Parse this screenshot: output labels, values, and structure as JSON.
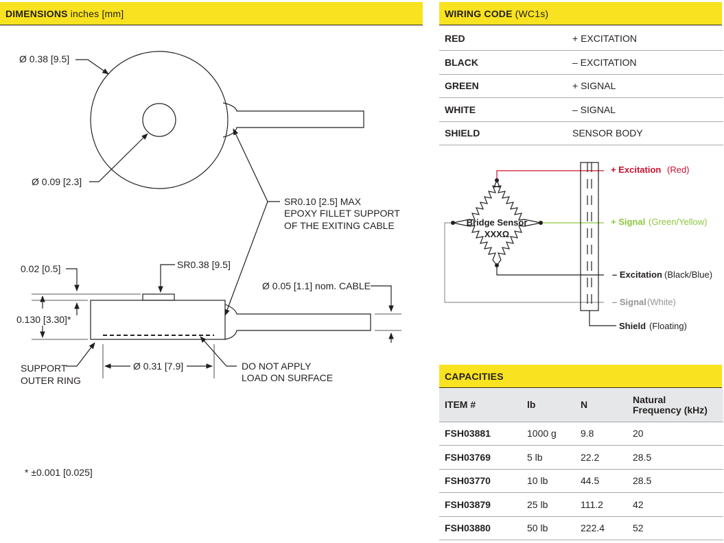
{
  "dimensions": {
    "title": "DIMENSIONS",
    "units": "inches [mm]",
    "labels": {
      "outer_dia": "Ø 0.38 [9.5]",
      "inner_dia": "Ø 0.09 [2.3]",
      "fillet_1": "SR0.10 [2.5] MAX",
      "fillet_2": "EPOXY FILLET SUPPORT",
      "fillet_3": "OF THE EXITING CABLE",
      "dim_02": "0.02 [0.5]",
      "sr038": "SR0.38 [9.5]",
      "cable": "Ø 0.05 [1.1] nom. CABLE",
      "height": "0.130 [3.30]*",
      "support_1": "SUPPORT",
      "support_2": "OUTER RING",
      "base_dia": "Ø 0.31 [7.9]",
      "no_load_1": "DO NOT APPLY",
      "no_load_2": "LOAD ON SURFACE",
      "tolerance": "* ±0.001 [0.025]"
    }
  },
  "wiring": {
    "title": "WIRING CODE",
    "code": "(WC1s)",
    "rows": [
      {
        "color": "RED",
        "function": "+ EXCITATION"
      },
      {
        "color": "BLACK",
        "function": "– EXCITATION"
      },
      {
        "color": "GREEN",
        "function": "+ SIGNAL"
      },
      {
        "color": "WHITE",
        "function": "– SIGNAL"
      },
      {
        "color": "SHIELD",
        "function": "SENSOR BODY"
      }
    ],
    "diagram": {
      "sensor_label": "Bridge Sensor",
      "sensor_value": "XXXΩ",
      "exc_pos": "+ Excitation",
      "exc_pos_color": "(Red)",
      "sig_pos": "+ Signal",
      "sig_pos_color": "(Green/Yellow)",
      "exc_neg": "– Excitation",
      "exc_neg_color": "(Black/Blue)",
      "sig_neg": "– Signal",
      "sig_neg_color": "(White)",
      "shield": "Shield",
      "shield_color": "(Floating)",
      "colors": {
        "red": "#c8102e",
        "green": "#8dc63f",
        "gray": "#939598"
      }
    }
  },
  "capacities": {
    "title": "CAPACITIES",
    "headers": {
      "item": "ITEM #",
      "lb": "lb",
      "n": "N",
      "freq_1": "Natural",
      "freq_2": "Frequency (kHz)"
    },
    "rows": [
      {
        "item": "FSH03881",
        "lb": "1000 g",
        "n": "9.8",
        "freq": "20"
      },
      {
        "item": "FSH03769",
        "lb": "5 lb",
        "n": "22.2",
        "freq": "28.5"
      },
      {
        "item": "FSH03770",
        "lb": "10 lb",
        "n": "44.5",
        "freq": "28.5"
      },
      {
        "item": "FSH03879",
        "lb": "25 lb",
        "n": "111.2",
        "freq": "42"
      },
      {
        "item": "FSH03880",
        "lb": "50 lb",
        "n": "222.4",
        "freq": "52"
      }
    ]
  },
  "accent_color": "#f9e21f"
}
